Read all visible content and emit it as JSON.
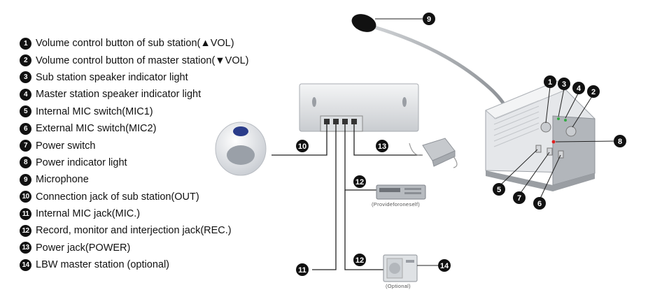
{
  "legend": [
    {
      "num": "1",
      "text": "Volume control button of sub station(▲VOL)"
    },
    {
      "num": "2",
      "text": "Volume control button of master station(▼VOL)"
    },
    {
      "num": "3",
      "text": "Sub station speaker indicator light"
    },
    {
      "num": "4",
      "text": "Master station speaker indicator light"
    },
    {
      "num": "5",
      "text": "Internal MIC switch(MIC1)"
    },
    {
      "num": "6",
      "text": "External MIC switch(MIC2)"
    },
    {
      "num": "7",
      "text": "Power switch"
    },
    {
      "num": "8",
      "text": "Power indicator light"
    },
    {
      "num": "9",
      "text": "Microphone"
    },
    {
      "num": "10",
      "text": "Connection jack of sub station(OUT)"
    },
    {
      "num": "11",
      "text": "Internal MIC jack(MIC.)"
    },
    {
      "num": "12",
      "text": "Record, monitor and interjection jack(REC.)"
    },
    {
      "num": "13",
      "text": "Power jack(POWER)"
    },
    {
      "num": "14",
      "text": "LBW master station (optional)"
    }
  ],
  "callouts": {
    "c1": "1",
    "c2": "2",
    "c3": "3",
    "c4": "4",
    "c5": "5",
    "c6": "6",
    "c7": "7",
    "c8": "8",
    "c9": "9",
    "c10": "10",
    "c11": "11",
    "c12a": "12",
    "c12b": "12",
    "c13": "13",
    "c14": "14"
  },
  "captions": {
    "recorder": "(Provideforoneself)",
    "optional": "(Optional)"
  },
  "colors": {
    "callout_fill": "#111111",
    "line": "#222222",
    "device_body": "#dfe1e4",
    "power_led": "#e02020"
  }
}
